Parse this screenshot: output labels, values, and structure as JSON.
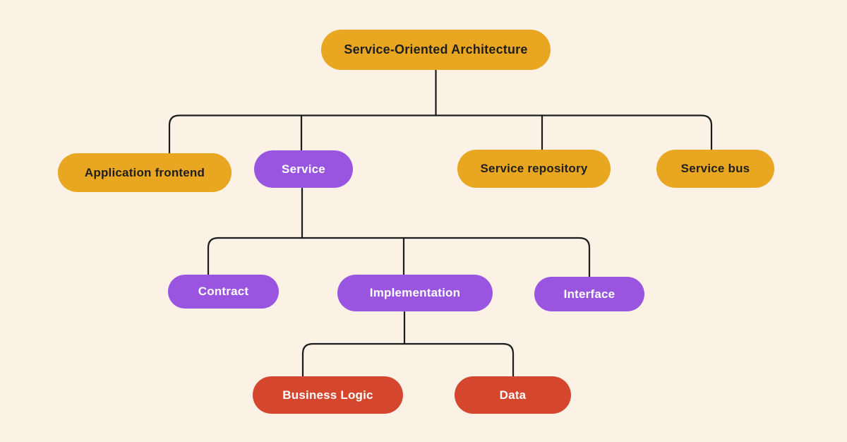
{
  "diagram": {
    "type": "tree",
    "title": "Service-Oriented Architecture",
    "background_color": "#FBF1E5",
    "connector_color": "#1C1C1C"
  },
  "colors": {
    "yellow_node": "#E8A621",
    "purple_node": "#9A55E0",
    "red_node": "#D4472E",
    "dark_text": "#1F1F1F",
    "light_text": "#FFFFFF"
  },
  "nodes": {
    "soa": {
      "label": "Service-Oriented Architecture",
      "color": "#E8A621"
    },
    "application_frontend": {
      "label": "Application frontend",
      "color": "#E8A621"
    },
    "service": {
      "label": "Service",
      "color": "#9A55E0"
    },
    "service_repository": {
      "label": "Service repository",
      "color": "#E8A621"
    },
    "service_bus": {
      "label": "Service bus",
      "color": "#E8A621"
    },
    "contract": {
      "label": "Contract",
      "color": "#9A55E0"
    },
    "implementation": {
      "label": "Implementation",
      "color": "#9A55E0"
    },
    "interface": {
      "label": "Interface",
      "color": "#9A55E0"
    },
    "business_logic": {
      "label": "Business Logic",
      "color": "#D4472E"
    },
    "data": {
      "label": "Data",
      "color": "#D4472E"
    }
  },
  "edges": [
    {
      "from": "soa",
      "to": "application_frontend"
    },
    {
      "from": "soa",
      "to": "service"
    },
    {
      "from": "soa",
      "to": "service_repository"
    },
    {
      "from": "soa",
      "to": "service_bus"
    },
    {
      "from": "service",
      "to": "contract"
    },
    {
      "from": "service",
      "to": "implementation"
    },
    {
      "from": "service",
      "to": "interface"
    },
    {
      "from": "implementation",
      "to": "business_logic"
    },
    {
      "from": "implementation",
      "to": "data"
    }
  ]
}
